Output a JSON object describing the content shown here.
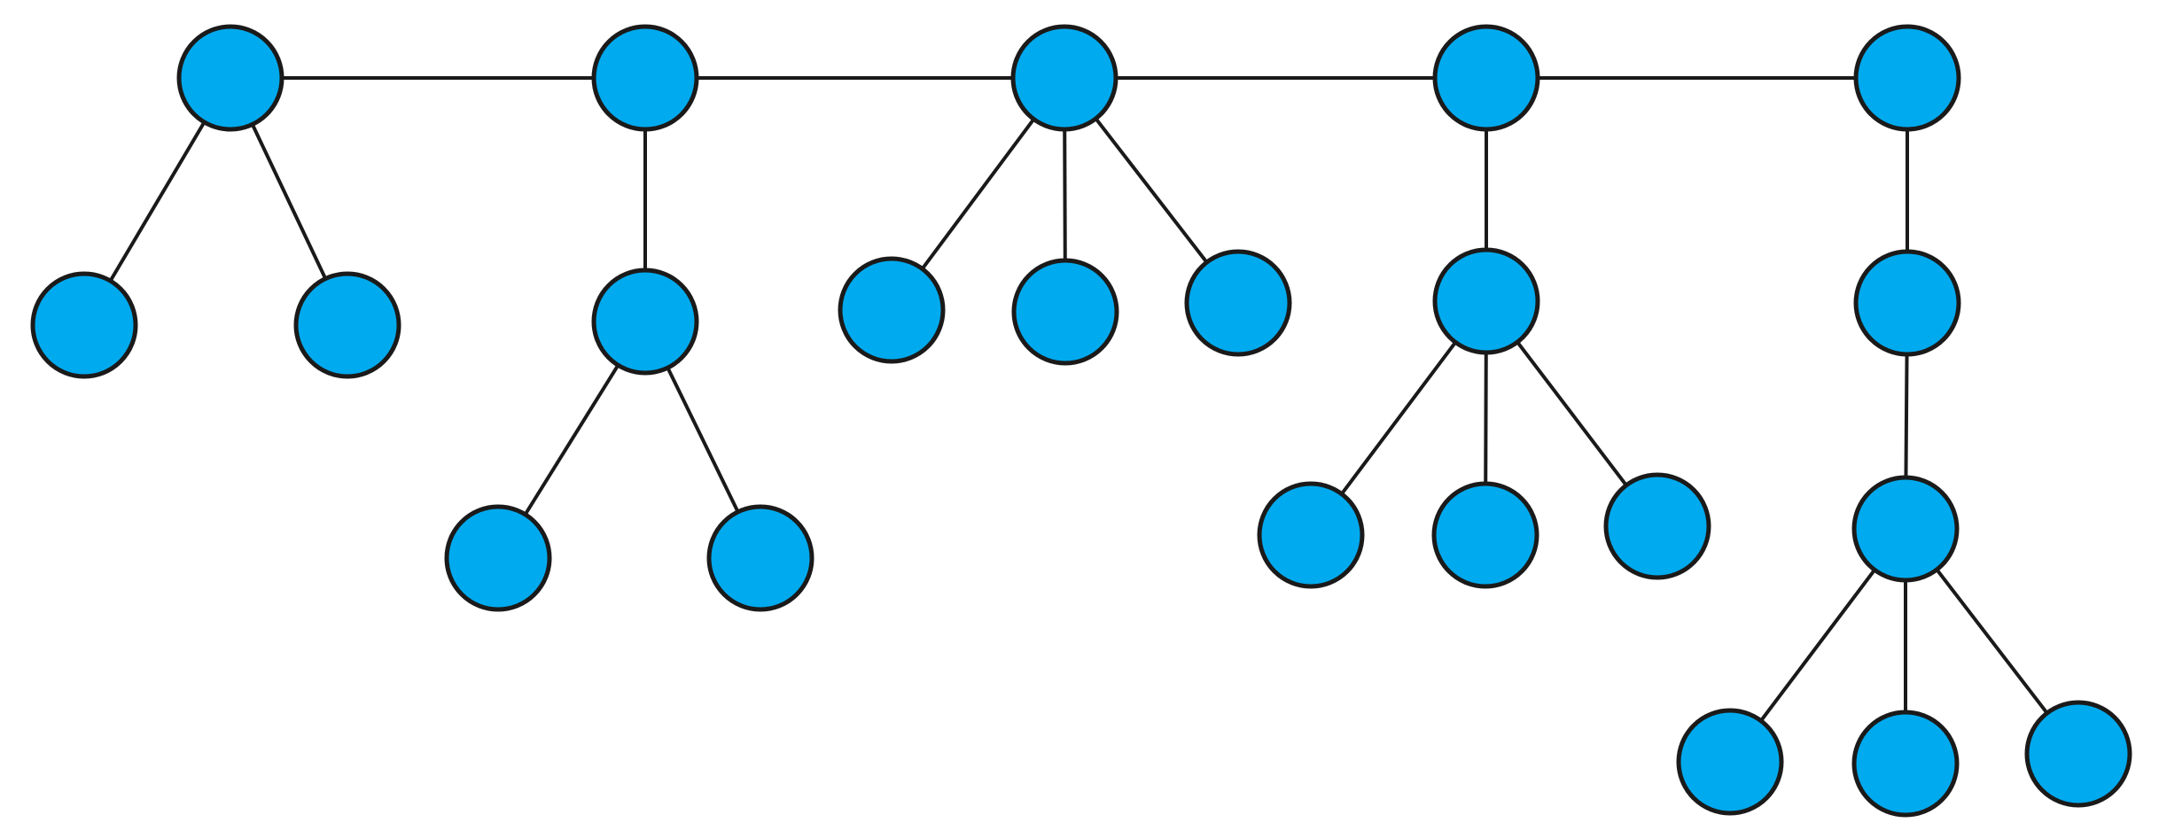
{
  "diagram": {
    "type": "tree",
    "colors": {
      "node_fill": "#00aaee",
      "node_stroke": "#1a1a1a",
      "edge": "#1a1a1a",
      "background": "#ffffff"
    },
    "nodes": [
      {
        "id": "r1"
      },
      {
        "id": "r2"
      },
      {
        "id": "r3"
      },
      {
        "id": "r4"
      },
      {
        "id": "r5"
      },
      {
        "id": "a1"
      },
      {
        "id": "a2"
      },
      {
        "id": "b1"
      },
      {
        "id": "b2"
      },
      {
        "id": "b3"
      },
      {
        "id": "c1"
      },
      {
        "id": "c2"
      },
      {
        "id": "c3"
      },
      {
        "id": "d1"
      },
      {
        "id": "d2"
      },
      {
        "id": "d3"
      },
      {
        "id": "d4"
      },
      {
        "id": "e1"
      },
      {
        "id": "e2"
      },
      {
        "id": "e3"
      },
      {
        "id": "e4"
      },
      {
        "id": "e5"
      }
    ],
    "edges": [
      [
        "r1",
        "r2"
      ],
      [
        "r2",
        "r3"
      ],
      [
        "r3",
        "r4"
      ],
      [
        "r4",
        "r5"
      ],
      [
        "r1",
        "a1"
      ],
      [
        "r1",
        "a2"
      ],
      [
        "r2",
        "b1"
      ],
      [
        "b1",
        "b2"
      ],
      [
        "b1",
        "b3"
      ],
      [
        "r3",
        "c1"
      ],
      [
        "r3",
        "c2"
      ],
      [
        "r3",
        "c3"
      ],
      [
        "r4",
        "d1"
      ],
      [
        "d1",
        "d2"
      ],
      [
        "d1",
        "d3"
      ],
      [
        "d1",
        "d4"
      ],
      [
        "r5",
        "e1"
      ],
      [
        "e1",
        "e2"
      ],
      [
        "e2",
        "e3"
      ],
      [
        "e2",
        "e4"
      ],
      [
        "e2",
        "e5"
      ]
    ]
  }
}
